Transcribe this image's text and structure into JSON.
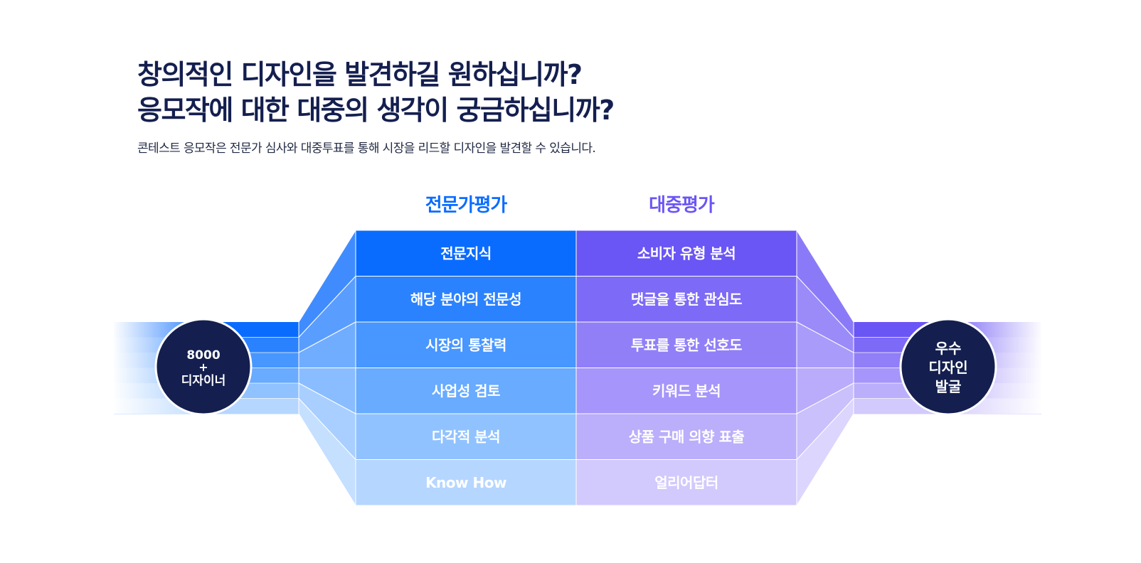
{
  "header": {
    "title_line1": "창의적인 디자인을 발견하길 원하십니까?",
    "title_line2": "응모작에 대한 대중의 생각이 궁금하십니까?",
    "subtitle": "콘테스트 응모작은 전문가 심사와 대중투표를 통해 시장을 리드할 디자인을 발견할 수 있습니다."
  },
  "columns": {
    "expert": {
      "title": "전문가평가",
      "items": [
        "전문지식",
        "해당 분야의 전문성",
        "시장의 통찰력",
        "사업성 검토",
        "다각적 분석",
        "Know How"
      ]
    },
    "public": {
      "title": "대중평가",
      "items": [
        "소비자 유형 분석",
        "댓글을 통한 관심도",
        "투표를 통한 선호도",
        "키워드 분석",
        "상품 구매 의향 표출",
        "얼리어답터"
      ]
    }
  },
  "left_circle": {
    "line1": "8000",
    "line2": "+",
    "line3": "디자이너"
  },
  "right_circle": {
    "line1": "우수",
    "line2": "디자인",
    "line3": "발굴"
  },
  "colors": {
    "navy": "#141f4f",
    "expert_title": "#0a6cff",
    "public_title": "#6a55f5",
    "expert_rows": [
      "#0a6cff",
      "#2a82ff",
      "#4896ff",
      "#68abff",
      "#90c2ff",
      "#b5d6ff"
    ],
    "public_rows": [
      "#6a55f5",
      "#7d6af7",
      "#917ff8",
      "#a695fa",
      "#bbaefb",
      "#d2c9fc"
    ]
  }
}
